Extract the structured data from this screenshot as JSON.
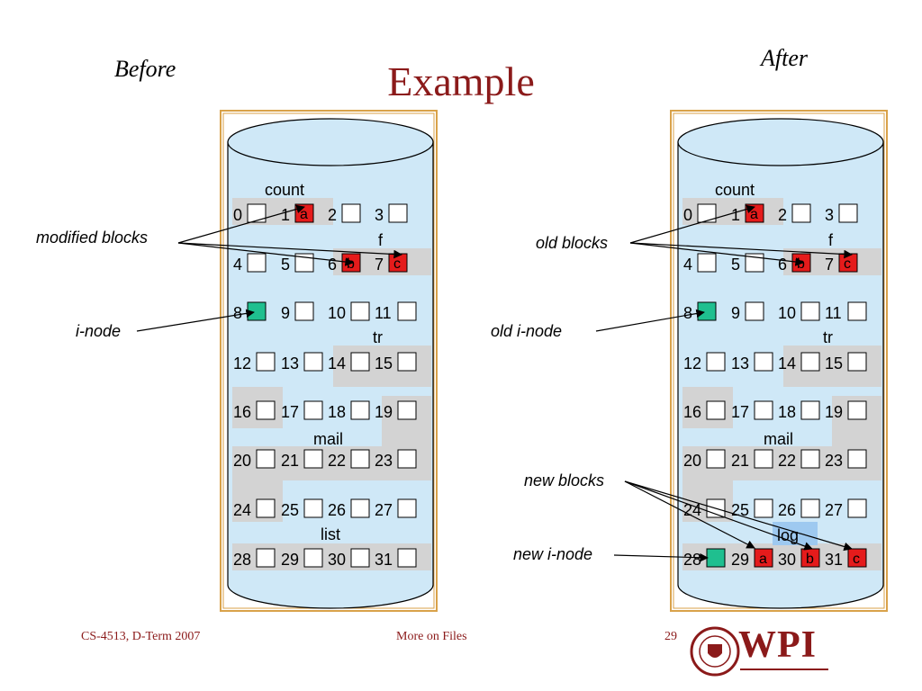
{
  "slide": {
    "title": "Example",
    "caption_before": "Before",
    "caption_after": "After"
  },
  "footer": {
    "course": "CS-4513, D-Term 2007",
    "topic": "More on Files",
    "page": "29",
    "logo_text": "WPI"
  },
  "before": {
    "groups": [
      "count",
      "f",
      "tr",
      "mail",
      "list"
    ],
    "block_numbers": [
      "0",
      "1",
      "2",
      "3",
      "4",
      "5",
      "6",
      "7",
      "8",
      "9",
      "10",
      "11",
      "12",
      "13",
      "14",
      "15",
      "16",
      "17",
      "18",
      "19",
      "20",
      "21",
      "22",
      "23",
      "24",
      "25",
      "26",
      "27",
      "28",
      "29",
      "30",
      "31"
    ],
    "letters": [
      "a",
      "b",
      "c"
    ],
    "callouts": [
      "modified blocks",
      "i-node"
    ]
  },
  "after": {
    "groups": [
      "count",
      "f",
      "tr",
      "mail",
      "log"
    ],
    "block_numbers": [
      "0",
      "1",
      "2",
      "3",
      "4",
      "5",
      "6",
      "7",
      "8",
      "9",
      "10",
      "11",
      "12",
      "13",
      "14",
      "15",
      "16",
      "17",
      "18",
      "19",
      "20",
      "21",
      "22",
      "23",
      "24",
      "25",
      "26",
      "27",
      "28",
      "29",
      "30",
      "31"
    ],
    "letters": [
      "a",
      "b",
      "c",
      "a",
      "b",
      "c"
    ],
    "callouts": [
      "old blocks",
      "old i-node",
      "new blocks",
      "new i-node"
    ]
  },
  "colors": {
    "title": "#8b1a1a",
    "disk": "#cfe8f7",
    "frame": "#d9a24a",
    "highlight": "#d3d3d3",
    "log_highlight": "#9ec9f0",
    "modified": "#e51b1b",
    "inode": "#1fbf8f"
  }
}
